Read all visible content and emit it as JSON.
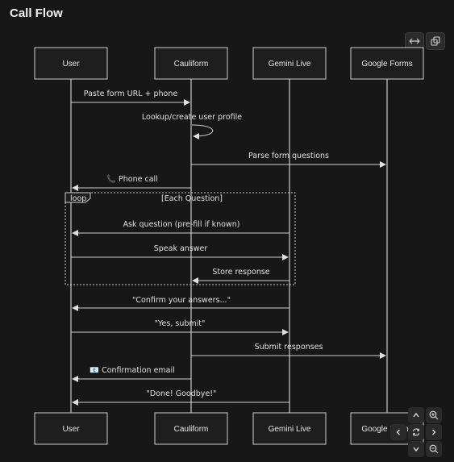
{
  "title": "Call Flow",
  "actors": [
    "User",
    "Cauliform",
    "Gemini Live",
    "Google Forms"
  ],
  "messages": [
    {
      "from": 0,
      "to": 1,
      "label": "Paste form URL + phone"
    },
    {
      "from": 1,
      "to": 1,
      "label": "Lookup/create user profile"
    },
    {
      "from": 1,
      "to": 3,
      "label": "Parse form questions"
    },
    {
      "from": 1,
      "to": 0,
      "label": "📞 Phone call"
    },
    {
      "from": 2,
      "to": 0,
      "label": "Ask question (pre-fill if known)"
    },
    {
      "from": 0,
      "to": 2,
      "label": "Speak answer"
    },
    {
      "from": 2,
      "to": 1,
      "label": "Store response"
    },
    {
      "from": 2,
      "to": 0,
      "label": "\"Confirm your answers...\""
    },
    {
      "from": 0,
      "to": 2,
      "label": "\"Yes, submit\""
    },
    {
      "from": 1,
      "to": 3,
      "label": "Submit responses"
    },
    {
      "from": 1,
      "to": 0,
      "label": "📧 Confirmation email"
    },
    {
      "from": 2,
      "to": 0,
      "label": "\"Done! Goodbye!\""
    }
  ],
  "loop": {
    "tag": "loop",
    "label": "[Each Question]"
  },
  "colors": {
    "background": "#171717",
    "line": "#cfcfcf",
    "text": "#e6e6e6"
  },
  "icons": {
    "fit": "horizontal-fit-icon",
    "copy": "copy-icon",
    "zoom_in": "zoom-in-icon",
    "zoom_out": "zoom-out-icon",
    "reset": "reset-icon",
    "up": "chevron-up-icon",
    "down": "chevron-down-icon",
    "left": "chevron-left-icon",
    "right": "chevron-right-icon"
  }
}
